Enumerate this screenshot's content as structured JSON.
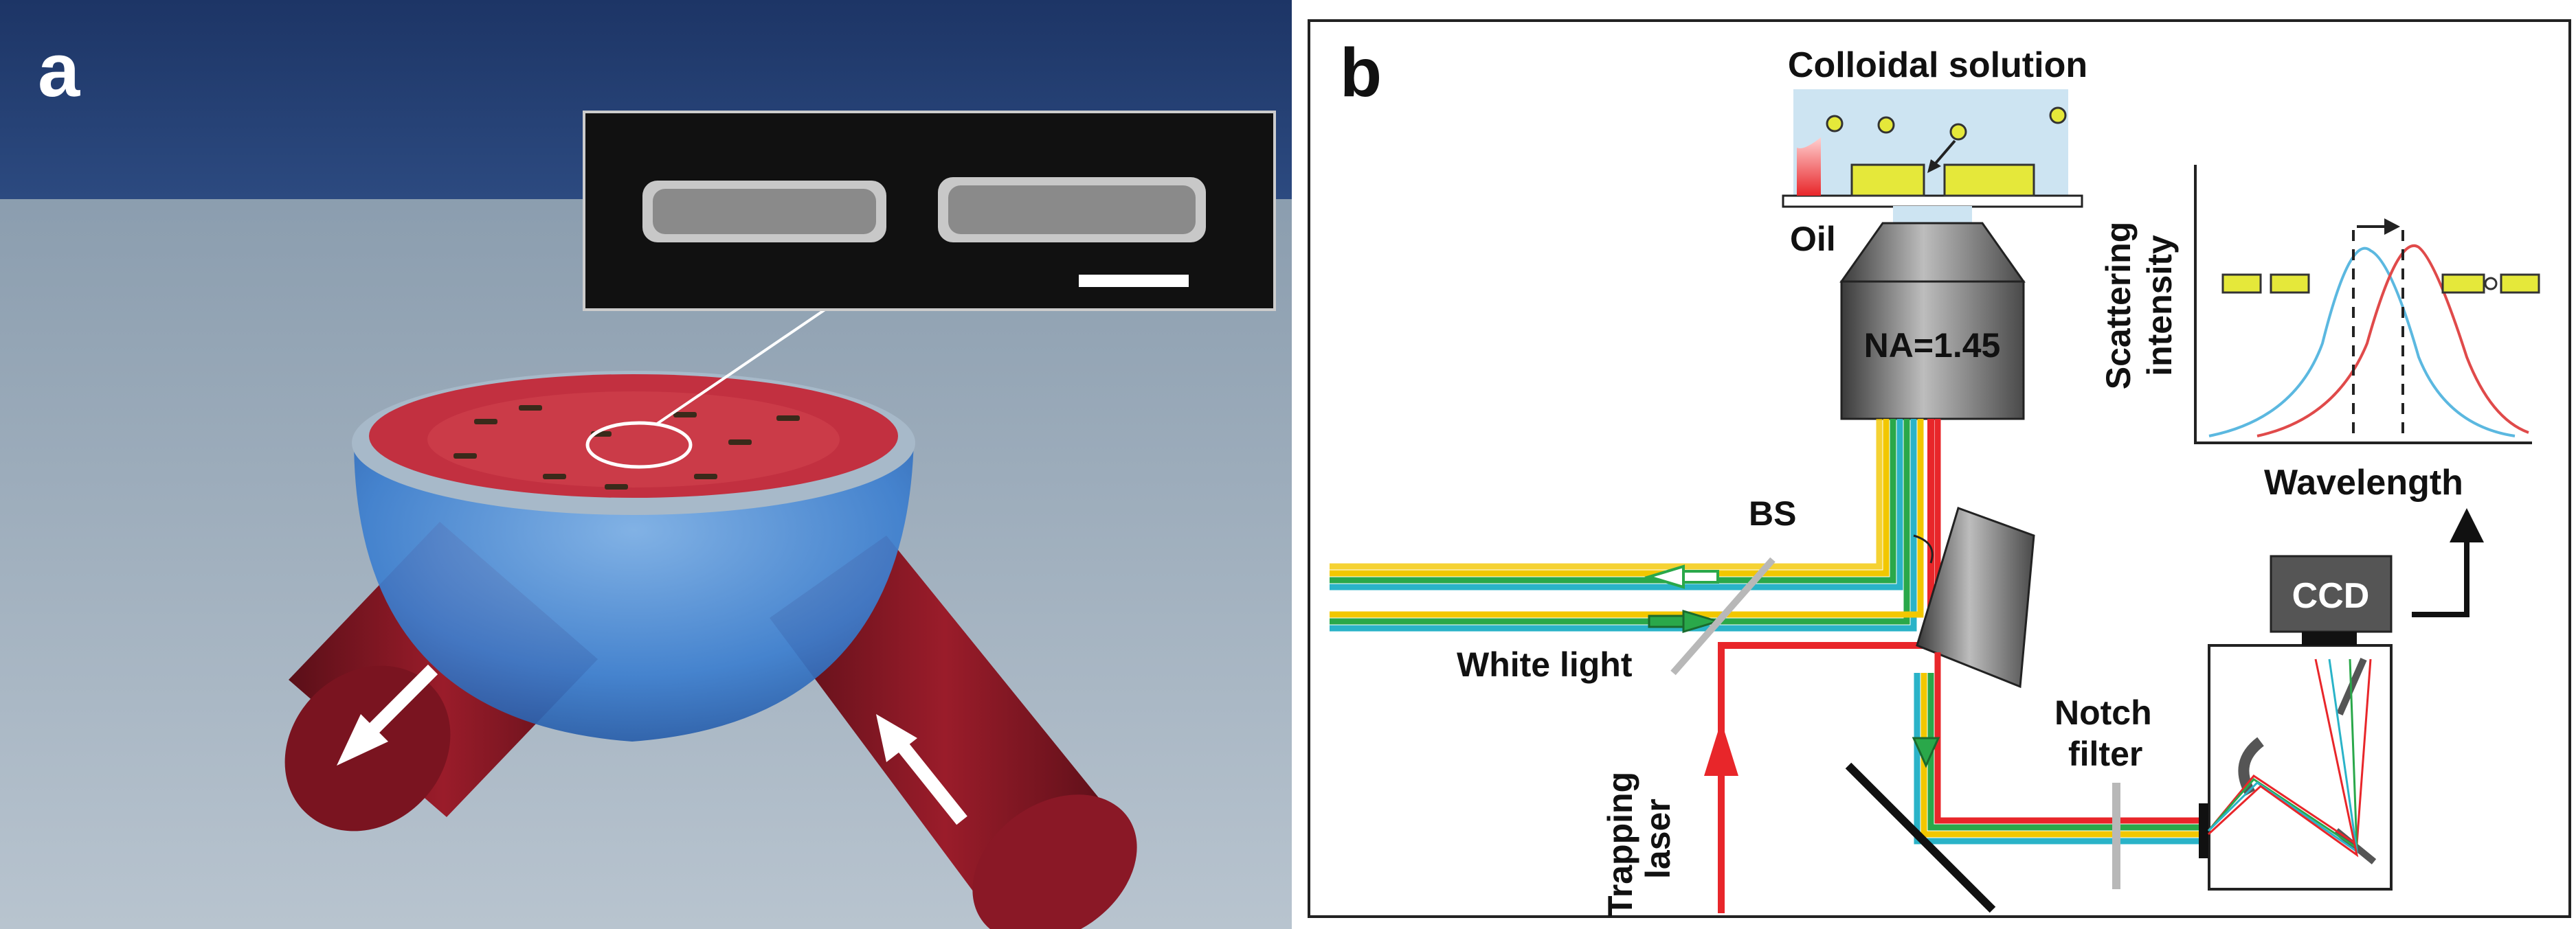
{
  "panel_a": {
    "label": "a"
  },
  "panel_b": {
    "label": "b",
    "colloidal_solution": "Colloidal solution",
    "oil": "Oil",
    "objective_na": "NA=1.45",
    "bs": "BS",
    "white_light": "White light",
    "trapping_laser_1": "Trapping",
    "trapping_laser_2": "laser",
    "notch_filter_1": "Notch",
    "notch_filter_2": "filter",
    "ccd": "CCD",
    "plot_ylabel_1": "Scattering",
    "plot_ylabel_2": "intensity",
    "plot_xlabel": "Wavelength"
  },
  "colors": {
    "laser_red": "#e8262a",
    "white_light_yellow": "#f2c700",
    "white_light_green": "#2aa84a",
    "white_light_cyan": "#2ab3c8",
    "nanorod_yellow": "#e5e83a",
    "spectrum_blue": "#5bb8e0",
    "spectrum_red": "#e04a4a"
  }
}
